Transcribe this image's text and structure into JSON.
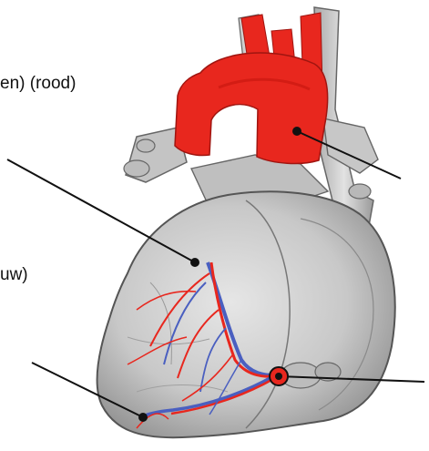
{
  "labels": {
    "top": "en)  (rood)",
    "mid": "uw)"
  },
  "colors": {
    "artery_red": "#e8271e",
    "vein_blue": "#4a5fc0",
    "heart_grey": "#c9c9c9",
    "outline": "#6b6b6b",
    "leader": "#111111"
  },
  "icons": {
    "illustration": "heart-anatomy-illustration",
    "marker": "dot-marker-icon"
  }
}
